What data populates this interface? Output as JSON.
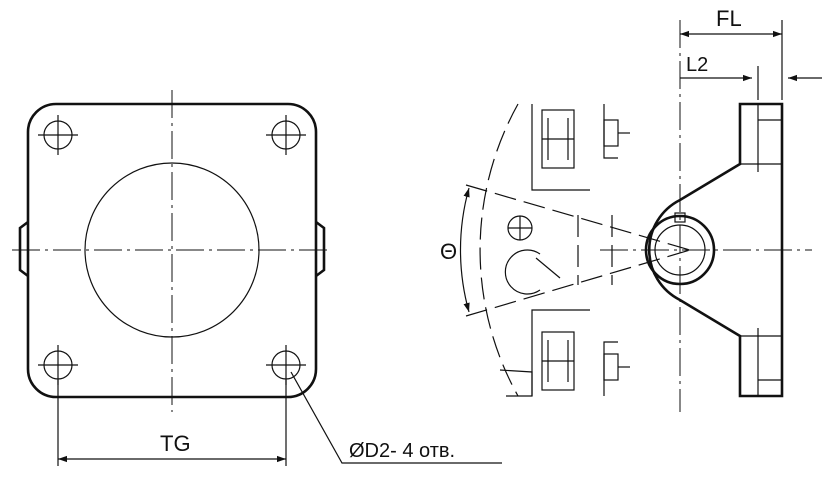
{
  "labels": {
    "fl": "FL",
    "l2": "L2",
    "theta": "Θ",
    "tg": "TG",
    "hole_callout": "ØD2- 4 отв."
  }
}
